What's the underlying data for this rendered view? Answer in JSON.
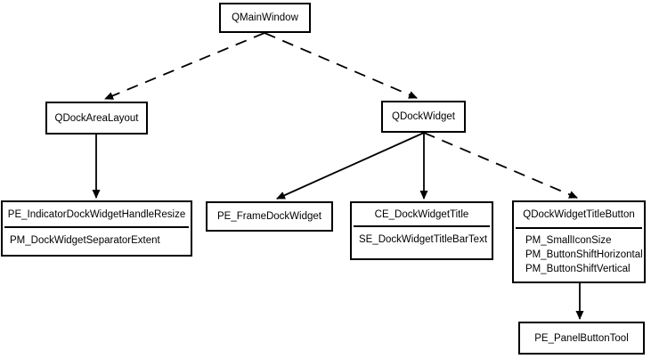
{
  "diagram": {
    "background_color": "#ffffff",
    "line_color": "#000000",
    "nodes": [
      {
        "id": "qmainwindow",
        "title": "QMainWindow",
        "items": []
      },
      {
        "id": "qdockarealayout",
        "title": "QDockAreaLayout",
        "items": []
      },
      {
        "id": "qdockwidget",
        "title": "QDockWidget",
        "items": []
      },
      {
        "id": "indicator",
        "title": "PE_IndicatorDockWidgetHandleResize",
        "items": [
          "PM_DockWidgetSeparatorExtent"
        ]
      },
      {
        "id": "framedock",
        "title": "PE_FrameDockWidget",
        "items": []
      },
      {
        "id": "cetitle",
        "title": "CE_DockWidgetTitle",
        "items": [
          "SE_DockWidgetTitleBarText"
        ]
      },
      {
        "id": "titlebutton",
        "title": "QDockWidgetTitleButton",
        "items": [
          "PM_SmallIconSize",
          "PM_ButtonShiftHorizontal",
          "PM_ButtonShiftVertical"
        ]
      },
      {
        "id": "panelbutton",
        "title": "PE_PanelButtonTool",
        "items": []
      }
    ],
    "edges": [
      {
        "from": "qmainwindow",
        "to": "qdockarealayout",
        "style": "dashed"
      },
      {
        "from": "qmainwindow",
        "to": "qdockwidget",
        "style": "dashed"
      },
      {
        "from": "qdockarealayout",
        "to": "indicator",
        "style": "solid"
      },
      {
        "from": "qdockwidget",
        "to": "framedock",
        "style": "solid"
      },
      {
        "from": "qdockwidget",
        "to": "cetitle",
        "style": "solid"
      },
      {
        "from": "qdockwidget",
        "to": "titlebutton",
        "style": "dashed"
      },
      {
        "from": "titlebutton",
        "to": "panelbutton",
        "style": "solid"
      }
    ]
  }
}
